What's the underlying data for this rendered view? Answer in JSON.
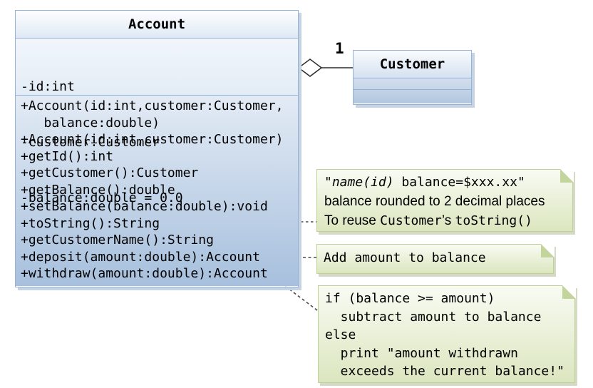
{
  "account": {
    "title": "Account",
    "attributes": [
      "-id:int",
      "-customer:Customer",
      "-balance:double = 0.0"
    ],
    "methods": [
      "+Account(id:int,customer:Customer,",
      "   balance:double)",
      "+Account(id:int,customer:Customer)",
      "+getId():int",
      "+getCustomer():Customer",
      "+getBalance():double",
      "+setBalance(balance:double):void",
      "+toString():String",
      "+getCustomerName():String",
      "+deposit(amount:double):Account",
      "+withdraw(amount:double):Account"
    ]
  },
  "customer": {
    "title": "Customer"
  },
  "association": {
    "type": "aggregation",
    "multiplicity": "1"
  },
  "notes": {
    "tostring": {
      "l1_quote": "\"",
      "l1_italic": "name(id)",
      "l1_rest": " balance=$xxx.xx\"",
      "l2": "balance rounded to 2 decimal places",
      "l3_prefix": "To reuse ",
      "l3_code1": "Customer",
      "l3_apostrophe": "’s ",
      "l3_code2": "toString()"
    },
    "deposit": {
      "text": "Add amount to balance"
    },
    "withdraw": {
      "lines": [
        "if (balance >= amount)",
        "  subtract amount to balance",
        "else",
        "  print \"amount withdrawn",
        "  exceeds the current balance!\""
      ]
    }
  },
  "colors": {
    "class_border": "#95b3d8",
    "class_fill_bottom": "#a7c0dd",
    "class_shadow": "#c6d3e2",
    "note_border": "#bed295",
    "note_fill_bottom": "#dbe6bf",
    "note_fold": "#c3d49c",
    "connector": "#4a4a4a"
  }
}
